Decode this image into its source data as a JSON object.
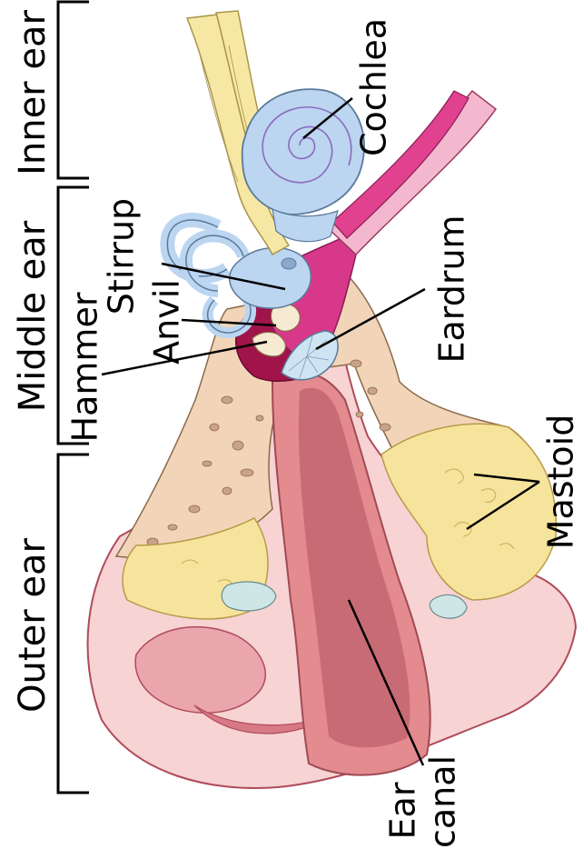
{
  "diagram": {
    "regions": {
      "outer": "Outer ear",
      "middle": "Middle ear",
      "inner": "Inner ear"
    },
    "parts": {
      "cochlea": "Cochlea",
      "stirrup": "Stirrup",
      "anvil": "Anvil",
      "hammer": "Hammer",
      "eardrum": "Eardrum",
      "mastoid": "Mastoid",
      "ear_canal_line1": "Ear",
      "ear_canal_line2": "canal"
    }
  },
  "colors": {
    "skin": "#f7d3d3",
    "canal": "#e38b8f",
    "bone": "#f2d5b8",
    "mastoid": "#f7e49c",
    "cochlea": "#bcd5f0",
    "tube": "#e0428f",
    "middle_cavity": "#a0144a",
    "nerve": "#f6e7a4",
    "eardrum": "#cfe4f2"
  }
}
